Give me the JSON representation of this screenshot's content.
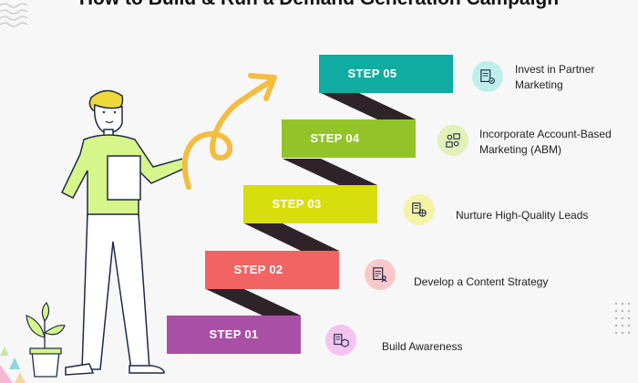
{
  "title": "How to Build & Run a Demand Generation Campaign",
  "steps": [
    {
      "label": "STEP 01",
      "description": "Build Awareness",
      "color": "#a94fa6",
      "icon": "awareness-icon",
      "circle": "#f4c4ef"
    },
    {
      "label": "STEP 02",
      "description": "Develop a Content Strategy",
      "color": "#f26463",
      "icon": "content-strategy-icon",
      "circle": "#f9c9c9"
    },
    {
      "label": "STEP 03",
      "description": "Nurture High-Quality Leads",
      "color": "#d8de0c",
      "icon": "leads-globe-icon",
      "circle": "#f5f3a6"
    },
    {
      "label": "STEP 04",
      "description_line1": "Incorporate Account-Based",
      "description_line2": "Marketing (ABM)",
      "color": "#92c42a",
      "icon": "abm-icon",
      "circle": "#e2f1b6"
    },
    {
      "label": "STEP 05",
      "description_line1": "Invest in Partner",
      "description_line2": "Marketing",
      "color": "#10aba1",
      "icon": "partner-icon",
      "circle": "#bfeeea"
    }
  ],
  "colors": {
    "stair_shadow": "#2e2329",
    "arrow": "#f3bd42",
    "shirt": "#d6f58a",
    "hair": "#efd93a",
    "pants": "#ffffff",
    "outline": "#1d2a4a"
  }
}
